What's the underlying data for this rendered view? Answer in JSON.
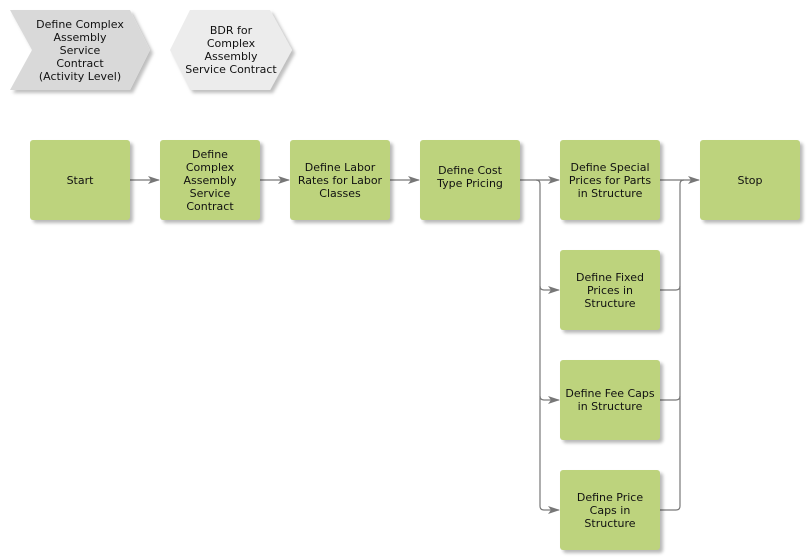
{
  "header_shapes": {
    "process_chevron": {
      "label": "Define Complex\nAssembly\nService\nContract\n(Activity Level)",
      "fill": "#d9d9d9"
    },
    "bdr_hexagon": {
      "label": "BDR for\nComplex\nAssembly\nService Contract",
      "fill": "#ececec"
    }
  },
  "colors": {
    "activity_fill": "#bdd37d",
    "connector": "#777777"
  },
  "activities": {
    "start": "Start",
    "define_contract": "Define\nComplex\nAssembly\nService\nContract",
    "labor_rates": "Define Labor\nRates for Labor\nClasses",
    "cost_type": "Define Cost\nType Pricing",
    "special_prices": "Define Special\nPrices for Parts\nin Structure",
    "fixed_prices": "Define Fixed\nPrices in\nStructure",
    "fee_caps": "Define Fee Caps\nin Structure",
    "price_caps": "Define Price\nCaps in\nStructure",
    "stop": "Stop"
  }
}
